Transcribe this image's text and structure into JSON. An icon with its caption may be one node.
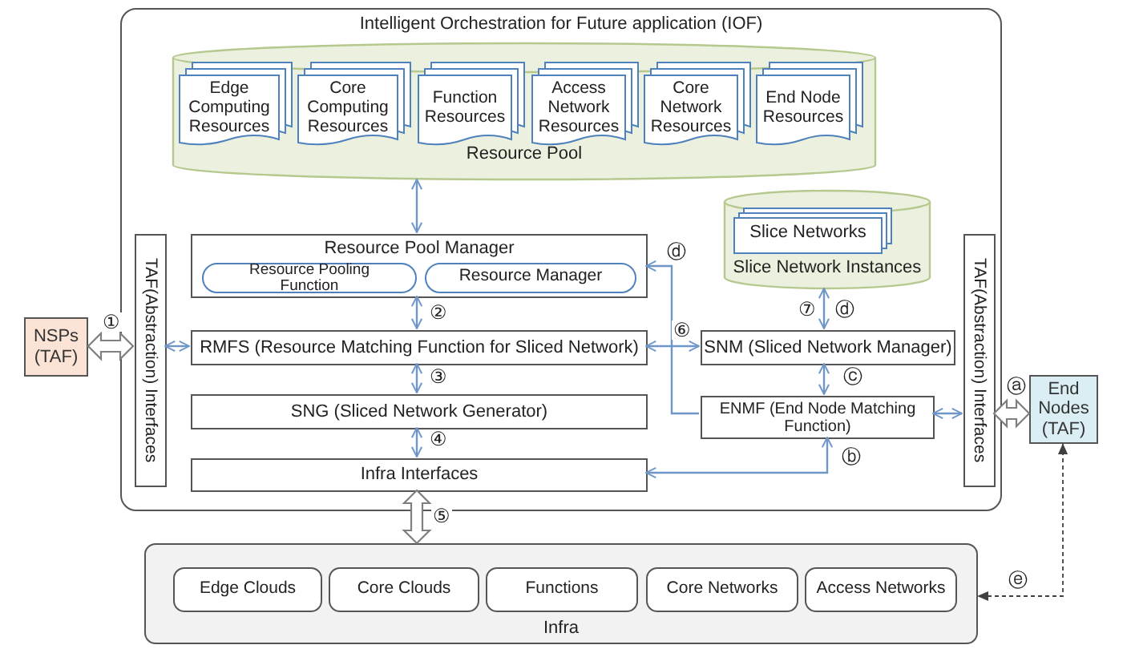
{
  "diagram": {
    "nodes": [
      {
        "text": [
          "Intelligent Orchestration for Future application (IOF)"
        ]
      },
      {
        "text": [
          "Resource Pool"
        ],
        "in": 0
      },
      {
        "text": [
          "Edge Computing Resources"
        ],
        "in": 1
      },
      {
        "text": [
          "Core Computing Resources"
        ],
        "in": 1
      },
      {
        "text": [
          "Function Resources"
        ],
        "in": 1
      },
      {
        "text": [
          "Access Network Resources"
        ],
        "in": 1
      },
      {
        "text": [
          "Core Network Resources"
        ],
        "in": 1
      },
      {
        "text": [
          "End Node Resources"
        ],
        "in": 1
      },
      {
        "text": [
          "Slice Network Instances"
        ],
        "in": 0
      },
      {
        "text": [
          "Slice Networks"
        ],
        "in": 8
      },
      {
        "text": [
          "TAF(Abstraction) Interfaces"
        ],
        "in": 0
      },
      {
        "text": [
          "Resource Pool Manager"
        ],
        "in": 0
      },
      {
        "text": [
          "Resource Pooling Function"
        ],
        "in": 11
      },
      {
        "text": [
          "Resource Manager"
        ],
        "in": 11
      },
      {
        "text": [
          "RMFS (Resource Matching Function for Sliced Network)"
        ],
        "in": 0
      },
      {
        "text": [
          "SNG (Sliced Network Generator)"
        ],
        "in": 0
      },
      {
        "text": [
          "Infra Interfaces"
        ],
        "in": 0
      },
      {
        "text": [
          "SNM (Sliced Network Manager)"
        ],
        "in": 0
      },
      {
        "text": [
          "ENMF (End Node Matching Function)"
        ],
        "in": 0
      },
      {
        "text": [
          "TAF(Abstraction) Interfaces"
        ],
        "in": 0
      },
      {
        "text": [
          "NSPs (TAF)"
        ]
      },
      {
        "text": [
          "End Nodes (TAF)"
        ]
      },
      {
        "text": [
          "Infra"
        ]
      },
      {
        "text": [
          "Edge Clouds"
        ],
        "in": 22
      },
      {
        "text": [
          "Core Clouds"
        ],
        "in": 22
      },
      {
        "text": [
          "Functions"
        ],
        "in": 22
      },
      {
        "text": [
          "Core Networks"
        ],
        "in": 22
      },
      {
        "text": [
          "Access Networks"
        ],
        "in": 22
      }
    ],
    "edges": [
      {
        "from": 1,
        "to": 11,
        "arrow": "both"
      },
      {
        "from": 11,
        "to": 14,
        "arrow": "both",
        "label": "②"
      },
      {
        "from": 14,
        "to": 15,
        "arrow": "both",
        "label": "③"
      },
      {
        "from": 15,
        "to": 16,
        "arrow": "both",
        "label": "④"
      },
      {
        "from": 16,
        "to": 22,
        "arrow": "both",
        "label": "⑤",
        "style": "thick",
        "color": "#7f7f7f"
      },
      {
        "from": 20,
        "to": 10,
        "arrow": "both",
        "label": "①",
        "style": "thick",
        "color": "#7f7f7f"
      },
      {
        "from": 10,
        "to": 14,
        "arrow": "both"
      },
      {
        "from": 14,
        "to": 17,
        "arrow": "both",
        "label": "⑥"
      },
      {
        "from": 18,
        "to": 11,
        "arrow": "to",
        "label": "ⓓ"
      },
      {
        "from": 8,
        "to": 17,
        "arrow": "both",
        "label": "⑦"
      },
      {
        "from": 17,
        "to": 18,
        "arrow": "both",
        "label": "ⓒ"
      },
      {
        "from": 18,
        "to": 19,
        "arrow": "both"
      },
      {
        "from": 18,
        "to": 16,
        "arrow": "both",
        "label": "ⓑ"
      },
      {
        "from": 19,
        "to": 21,
        "arrow": "both",
        "label": "ⓐ",
        "style": "thick",
        "color": "#7f7f7f"
      },
      {
        "from": 21,
        "to": 22,
        "arrow": "both",
        "label": "ⓔ",
        "style": "dashed",
        "color": "#404040"
      }
    ],
    "labels": [
      "ⓓ"
    ]
  }
}
